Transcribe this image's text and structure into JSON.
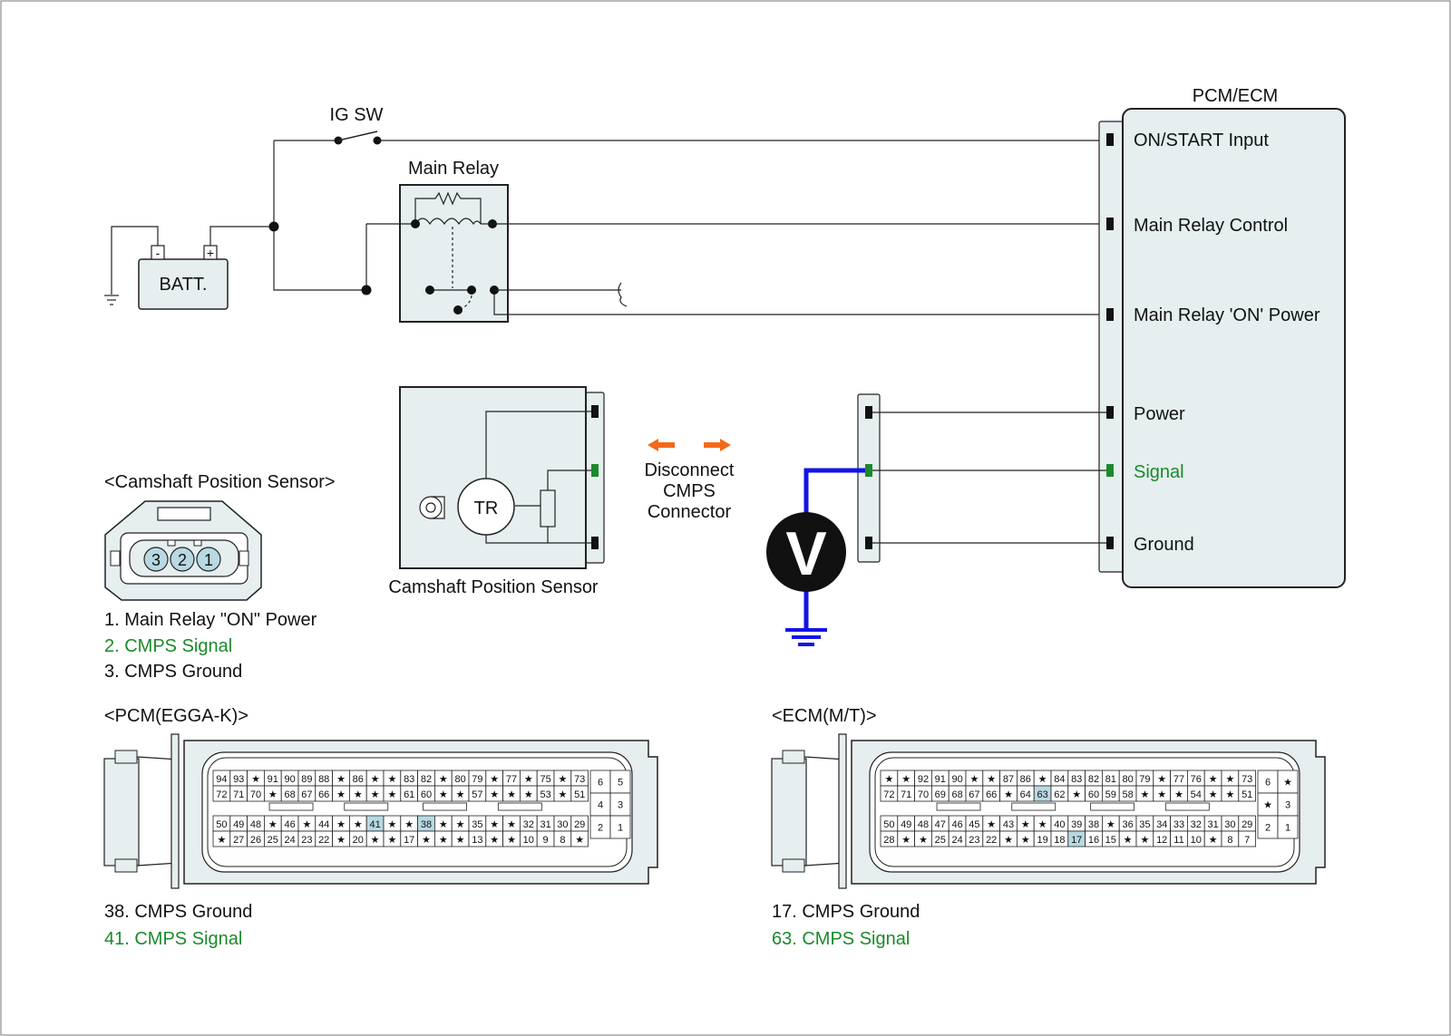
{
  "colors": {
    "panel": "#e6eeef",
    "highlight": "#b8d9e2",
    "signal_green": "#1b8a2a",
    "meter_wire": "#1414e6",
    "arrow": "#f26a1b"
  },
  "labels": {
    "ig_sw": "IG SW",
    "main_relay": "Main Relay",
    "batt": "BATT.",
    "batt_neg": "-",
    "batt_pos": "+",
    "pcm_ecm": "PCM/ECM",
    "on_start_input": "ON/START Input",
    "main_relay_control": "Main Relay Control",
    "main_relay_on_power": "Main Relay 'ON' Power",
    "power": "Power",
    "signal": "Signal",
    "ground": "Ground",
    "tr": "TR",
    "sensor_caption": "Camshaft Position Sensor",
    "disconnect_1": "Disconnect",
    "disconnect_2": "CMPS",
    "disconnect_3": "Connector",
    "voltmeter": "V",
    "cmps_title": "<Camshaft Position Sensor>",
    "cmps_pins": [
      "3",
      "2",
      "1"
    ],
    "cmps_legend": [
      "1. Main Relay \"ON\" Power",
      "2. CMPS Signal",
      "3. CMPS Ground"
    ],
    "pcm_title": "<PCM(EGGA-K)>",
    "pcm_legend": [
      "38. CMPS Ground",
      "41. CMPS Signal"
    ],
    "ecm_title": "<ECM(M/T)>",
    "ecm_legend": [
      "17. CMPS Ground",
      "63. CMPS Signal"
    ]
  },
  "pcm_connector": {
    "rows": [
      [
        "94",
        "93",
        "★",
        "91",
        "90",
        "89",
        "88",
        "★",
        "86",
        "★",
        "★",
        "83",
        "82",
        "★",
        "80",
        "79",
        "★",
        "77",
        "★",
        "75",
        "★",
        "73"
      ],
      [
        "72",
        "71",
        "70",
        "★",
        "68",
        "67",
        "66",
        "★",
        "★",
        "★",
        "★",
        "61",
        "60",
        "★",
        "★",
        "57",
        "★",
        "★",
        "★",
        "53",
        "★",
        "51"
      ],
      [
        "50",
        "49",
        "48",
        "★",
        "46",
        "★",
        "44",
        "★",
        "★",
        "41",
        "★",
        "★",
        "38",
        "★",
        "★",
        "35",
        "★",
        "★",
        "32",
        "31",
        "30",
        "29"
      ],
      [
        "★",
        "27",
        "26",
        "25",
        "24",
        "23",
        "22",
        "★",
        "20",
        "★",
        "★",
        "17",
        "★",
        "★",
        "★",
        "13",
        "★",
        "★",
        "10",
        "9",
        "8",
        "★"
      ]
    ],
    "side": [
      [
        "6",
        "5"
      ],
      [
        "4",
        "3"
      ],
      [
        "2",
        "1"
      ]
    ],
    "highlight": [
      "41",
      "38"
    ]
  },
  "ecm_connector": {
    "rows": [
      [
        "★",
        "★",
        "92",
        "91",
        "90",
        "★",
        "★",
        "87",
        "86",
        "★",
        "84",
        "83",
        "82",
        "81",
        "80",
        "79",
        "★",
        "77",
        "76",
        "★",
        "★",
        "73"
      ],
      [
        "72",
        "71",
        "70",
        "69",
        "68",
        "67",
        "66",
        "★",
        "64",
        "63",
        "62",
        "★",
        "60",
        "59",
        "58",
        "★",
        "★",
        "★",
        "54",
        "★",
        "★",
        "51"
      ],
      [
        "50",
        "49",
        "48",
        "47",
        "46",
        "45",
        "★",
        "43",
        "★",
        "★",
        "40",
        "39",
        "38",
        "★",
        "36",
        "35",
        "34",
        "33",
        "32",
        "31",
        "30",
        "29"
      ],
      [
        "28",
        "★",
        "★",
        "25",
        "24",
        "23",
        "22",
        "★",
        "★",
        "19",
        "18",
        "17",
        "16",
        "15",
        "★",
        "★",
        "12",
        "11",
        "10",
        "★",
        "8",
        "7"
      ]
    ],
    "side": [
      [
        "6",
        "★"
      ],
      [
        "★",
        "3"
      ],
      [
        "2",
        "1"
      ]
    ],
    "highlight": [
      "63",
      "17"
    ]
  }
}
